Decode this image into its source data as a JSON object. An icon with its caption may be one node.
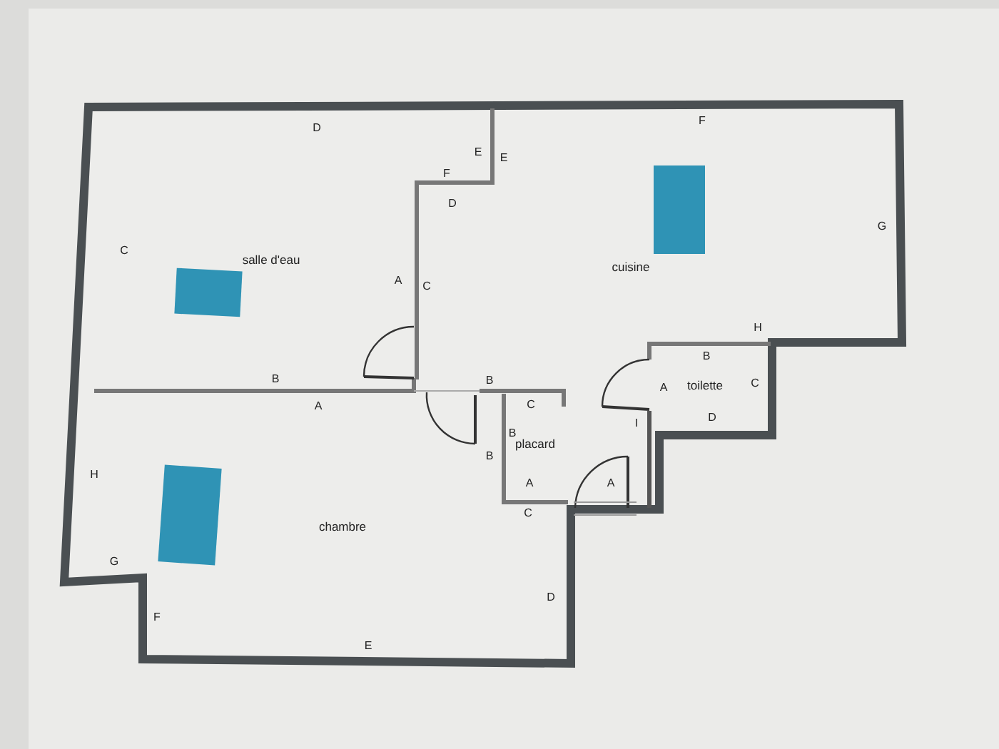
{
  "diagram": {
    "labels": [
      "D",
      "F",
      "E",
      "E",
      "F",
      "D",
      "G",
      "C",
      "salle d'eau",
      "cuisine",
      "A",
      "C",
      "H",
      "B",
      "B",
      "B",
      "A",
      "toilette",
      "C",
      "A",
      "C",
      "D",
      "I",
      "B",
      "placard",
      "B",
      "A",
      "A",
      "H",
      "C",
      "chambre",
      "G",
      "D",
      "F",
      "E"
    ]
  }
}
